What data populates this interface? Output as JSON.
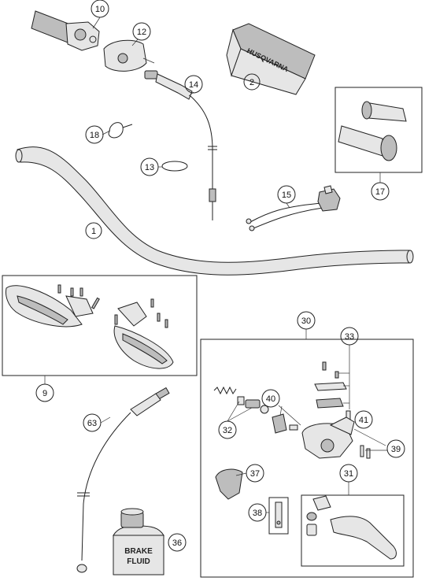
{
  "callouts": {
    "c1": "1",
    "c2": "2",
    "c9": "9",
    "c10": "10",
    "c12": "12",
    "c13": "13",
    "c14": "14",
    "c15": "15",
    "c17": "17",
    "c18": "18",
    "c30": "30",
    "c31": "31",
    "c32": "32",
    "c33": "33",
    "c36": "36",
    "c37": "37",
    "c38": "38",
    "c39": "39",
    "c40": "40",
    "c41": "41",
    "c63": "63"
  },
  "labels": {
    "pad_brand": "HUSQVARNA",
    "bottle_line1": "BRAKE",
    "bottle_line2": "FLUID"
  }
}
